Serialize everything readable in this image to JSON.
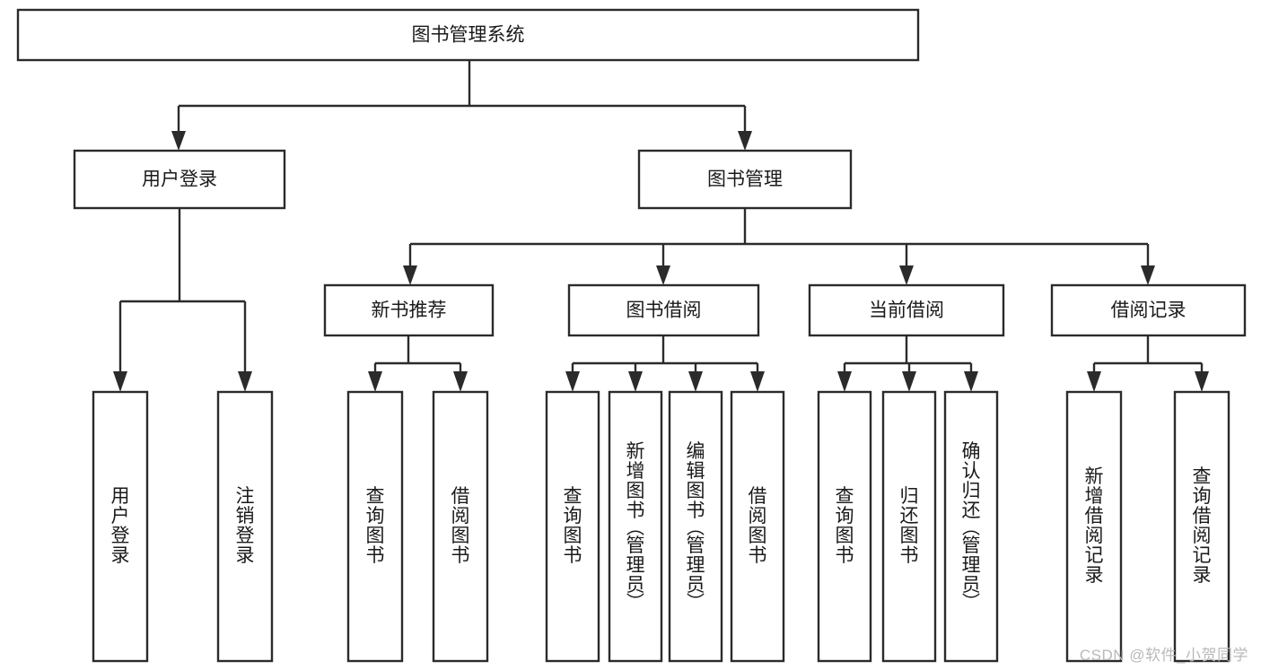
{
  "diagram": {
    "type": "tree",
    "title": "图书管理系统",
    "watermark": "CSDN @软件_小贺同学",
    "colors": {
      "stroke": "#2b2b2b",
      "box_fill": "#ffffff",
      "text": "#1a1a1a",
      "watermark": "#b9b9b9",
      "background": "#ffffff"
    },
    "nodes": {
      "root": {
        "label": "图书管理系统",
        "orientation": "horizontal"
      },
      "level2": [
        {
          "label": "用户登录",
          "orientation": "horizontal"
        },
        {
          "label": "图书管理",
          "orientation": "horizontal"
        }
      ],
      "level3": [
        {
          "label": "新书推荐",
          "orientation": "horizontal"
        },
        {
          "label": "图书借阅",
          "orientation": "horizontal"
        },
        {
          "label": "当前借阅",
          "orientation": "horizontal"
        },
        {
          "label": "借阅记录",
          "orientation": "horizontal"
        }
      ],
      "leaves_user_login": [
        {
          "label": "用户登录",
          "orientation": "vertical"
        },
        {
          "label": "注销登录",
          "orientation": "vertical"
        }
      ],
      "leaves_new_book": [
        {
          "label": "查询图书",
          "orientation": "vertical"
        },
        {
          "label": "借阅图书",
          "orientation": "vertical"
        }
      ],
      "leaves_borrow": [
        {
          "label": "查询图书",
          "orientation": "vertical"
        },
        {
          "label": "新增图书（管理员）",
          "orientation": "vertical"
        },
        {
          "label": "编辑图书（管理员）",
          "orientation": "vertical"
        },
        {
          "label": "借阅图书",
          "orientation": "vertical"
        }
      ],
      "leaves_current": [
        {
          "label": "查询图书",
          "orientation": "vertical"
        },
        {
          "label": "归还图书",
          "orientation": "vertical"
        },
        {
          "label": "确认归还（管理员）",
          "orientation": "vertical"
        }
      ],
      "leaves_records": [
        {
          "label": "新增借阅记录",
          "orientation": "vertical"
        },
        {
          "label": "查询借阅记录",
          "orientation": "vertical"
        }
      ]
    }
  }
}
